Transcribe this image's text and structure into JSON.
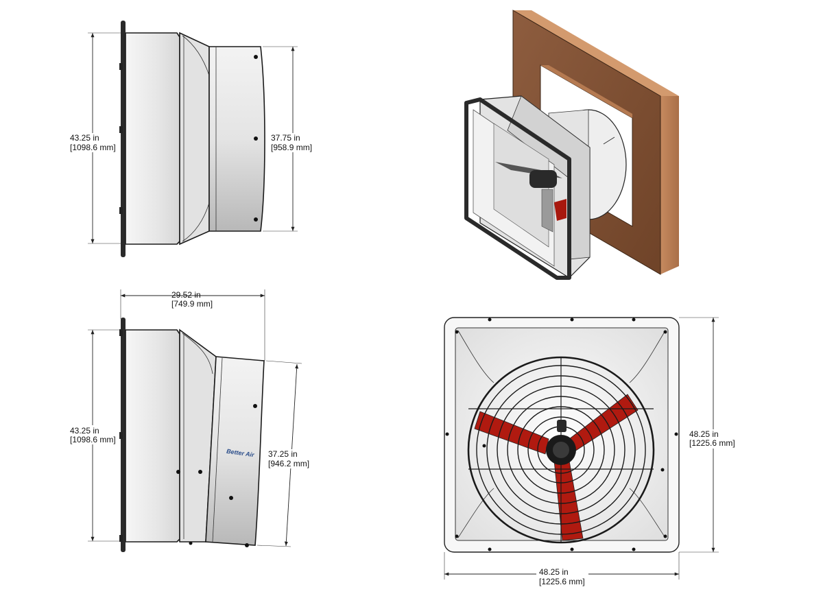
{
  "views": {
    "side_top": {
      "height_dim": {
        "value_in": "43.25 in",
        "value_mm": "[1098.6 mm]"
      },
      "cone_dim": {
        "value_in": "37.75 in",
        "value_mm": "[958.9 mm]"
      }
    },
    "side_bottom": {
      "depth_dim": {
        "value_in": "29.52 in",
        "value_mm": "[749.9 mm]"
      },
      "height_dim": {
        "value_in": "43.25 in",
        "value_mm": "[1098.6 mm]"
      },
      "cone_dim": {
        "value_in": "37.25 in",
        "value_mm": "[946.2 mm]"
      },
      "logo_text": "Better Air"
    },
    "front": {
      "height_dim": {
        "value_in": "48.25 in",
        "value_mm": "[1225.6 mm]"
      },
      "width_dim": {
        "value_in": "48.25 in",
        "value_mm": "[1225.6 mm]"
      }
    },
    "isometric": {}
  },
  "colors": {
    "housing": "#e9e9e9",
    "blade": "#b01a10",
    "guard": "#1a1a1a",
    "wood": "#8a5a3c"
  }
}
